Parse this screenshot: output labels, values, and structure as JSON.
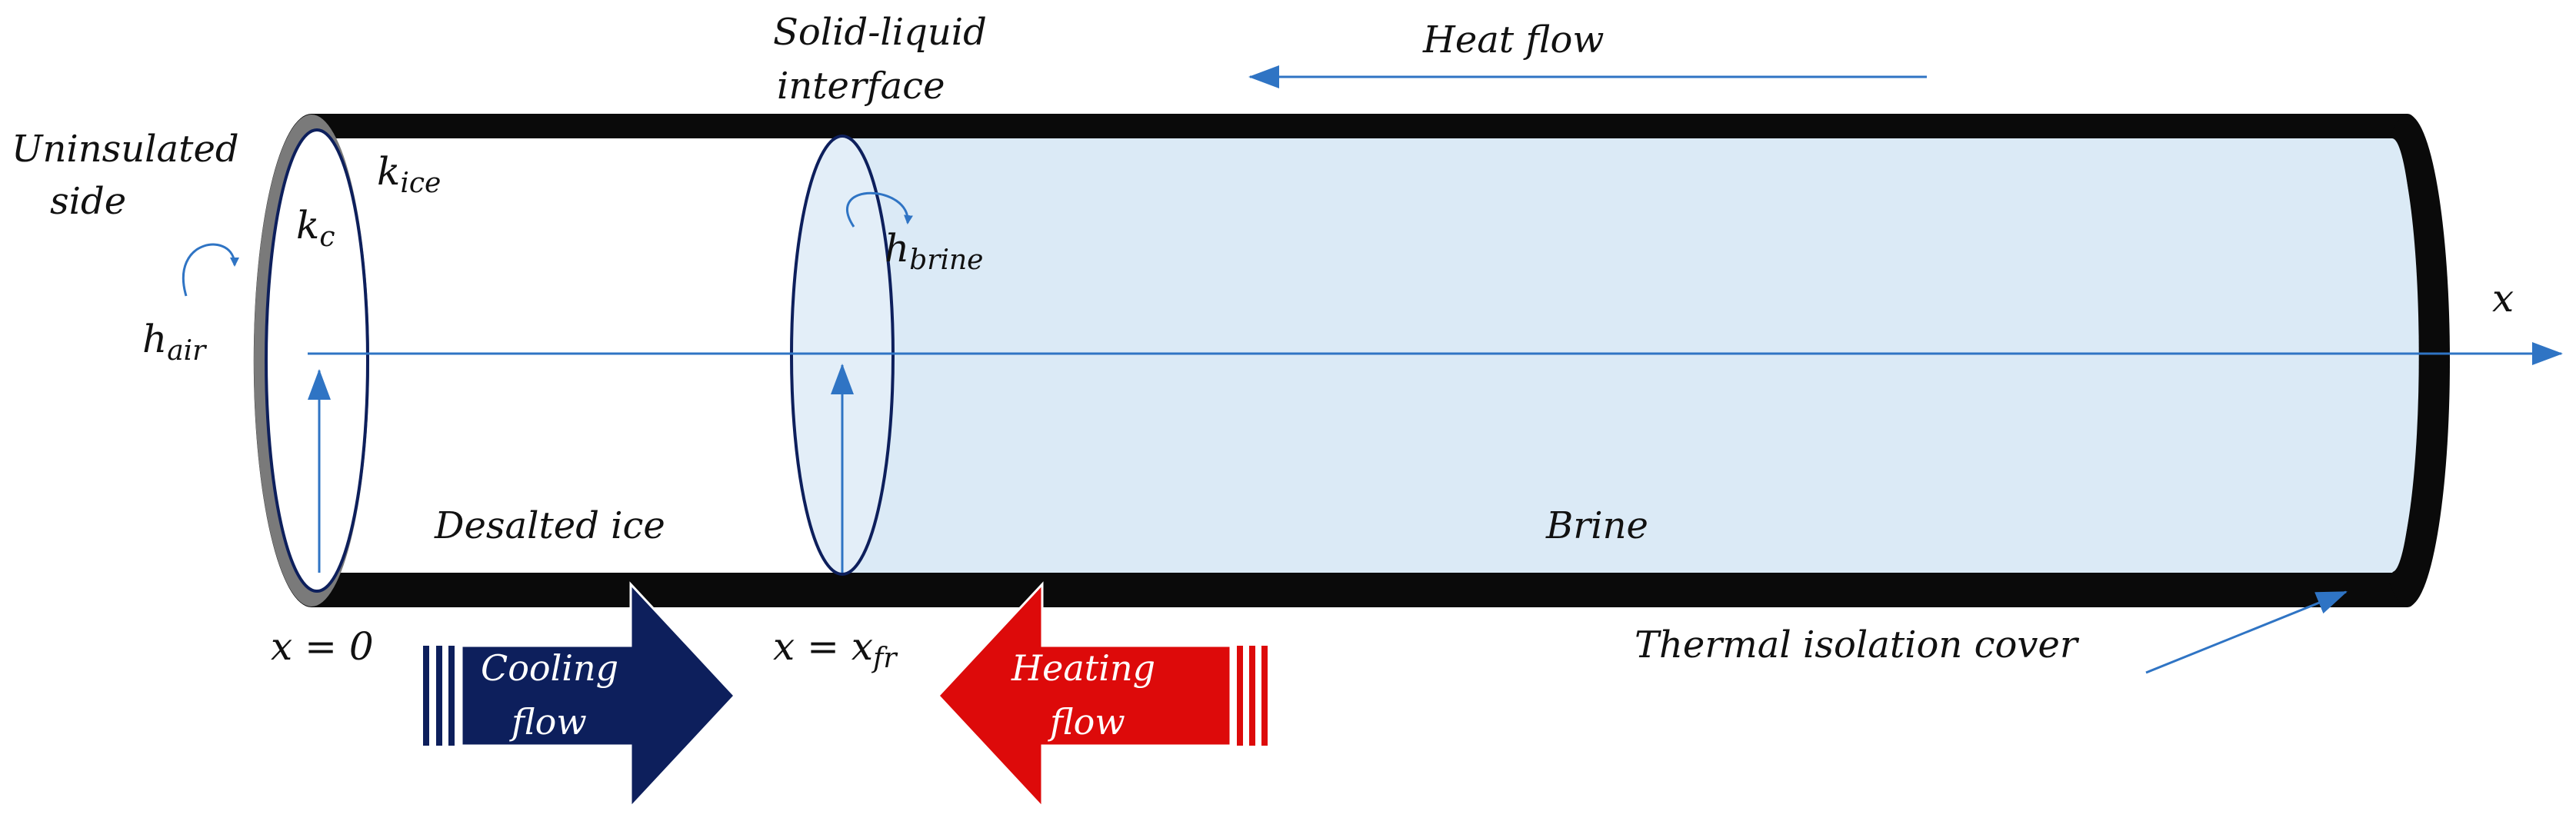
{
  "labels": {
    "heat_flow": "Heat flow",
    "solid_liquid_line1": "Solid-liquid",
    "solid_liquid_line2": "interface",
    "uninsulated_line1": "Uninsulated",
    "uninsulated_line2": "side",
    "desalted_ice": "Desalted ice",
    "brine": "Brine",
    "thermal_isolation": "Thermal isolation cover",
    "cooling_line1": "Cooling",
    "cooling_line2": "flow",
    "heating_line1": "Heating",
    "heating_line2": "flow"
  },
  "math": {
    "k_ice_base": "k",
    "k_ice_sub": "ice",
    "k_c_base": "k",
    "k_c_sub": "c",
    "h_brine_base": "h",
    "h_brine_sub": "brine",
    "h_air_base": "h",
    "h_air_sub": "air",
    "x_axis": "x",
    "x_zero": "x = 0",
    "x_fr_base": "x = x",
    "x_fr_sub": "fr"
  },
  "colors": {
    "cover": "#0a0a0a",
    "brine_fill": "#dbeaf6",
    "ice_fill": "#ffffff",
    "axis_blue": "#2f74c4",
    "cooling_arrow": "#0d1f5c",
    "heating_arrow": "#dd0a0a",
    "end_cap_gray": "#7a7a7a"
  }
}
